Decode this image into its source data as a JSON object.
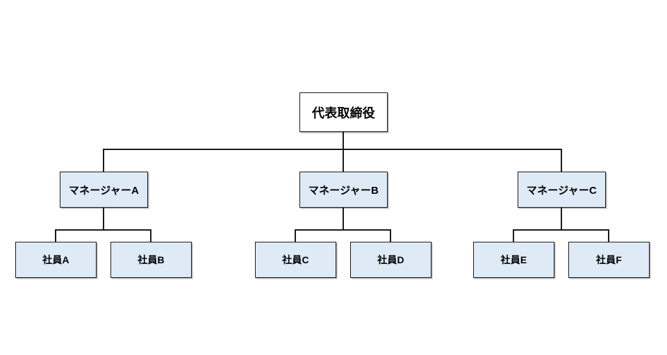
{
  "diagram": {
    "title": "organization-chart",
    "background_color": "#ffffff",
    "box_fill_root": "#ffffff",
    "box_fill_node": "#deeaf6",
    "border_color": "#1a1a1a",
    "line_color": "#1a1a1a"
  },
  "root": {
    "label": "代表取締役"
  },
  "managers": [
    {
      "label": "マネージャーA"
    },
    {
      "label": "マネージャーB"
    },
    {
      "label": "マネージャーC"
    }
  ],
  "employees": [
    {
      "label": "社員A"
    },
    {
      "label": "社員B"
    },
    {
      "label": "社員C"
    },
    {
      "label": "社員D"
    },
    {
      "label": "社員E"
    },
    {
      "label": "社員F"
    }
  ]
}
